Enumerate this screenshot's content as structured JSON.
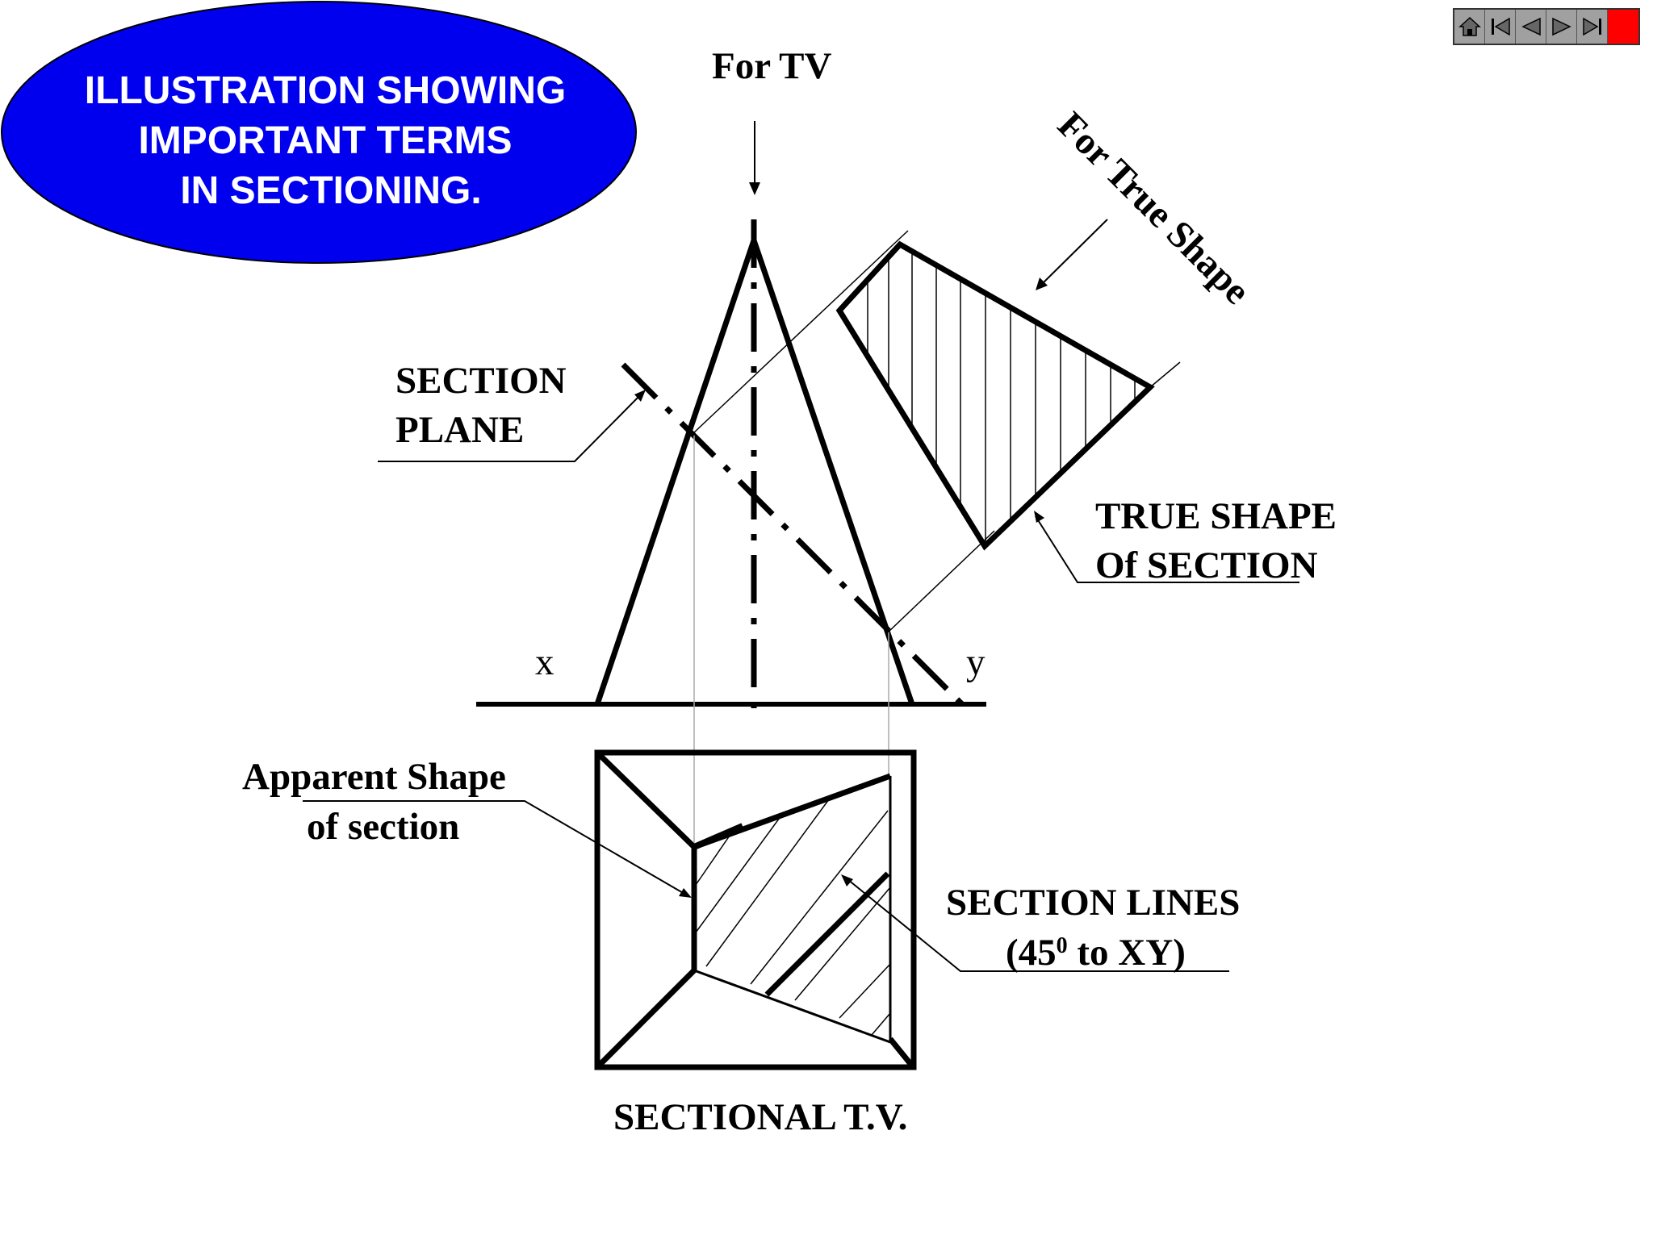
{
  "title_ellipse": {
    "line1": "ILLUSTRATION SHOWING",
    "line2": "IMPORTANT TERMS",
    "line3": "IN SECTIONING.",
    "fill_color": "#0000ee",
    "text_color": "#ffffff"
  },
  "labels": {
    "for_tv": "For TV",
    "for_true_shape": "For True Shape",
    "section_plane_1": "SECTION",
    "section_plane_2": "PLANE",
    "true_shape_1": "TRUE SHAPE",
    "true_shape_2": "Of  SECTION",
    "x": "x",
    "y": "y",
    "apparent_1": "Apparent Shape",
    "apparent_2": "of section",
    "section_lines_1": "SECTION LINES",
    "section_lines_2a": "(45",
    "section_lines_sup": "0",
    "section_lines_2b": " to XY)",
    "sectional_tv": "SECTIONAL T.V."
  },
  "nav": {
    "buttons": [
      "home-icon",
      "first-slide-icon",
      "previous-slide-icon",
      "next-slide-icon",
      "last-slide-icon",
      "stop-icon"
    ],
    "stop_color": "#ff0000"
  }
}
